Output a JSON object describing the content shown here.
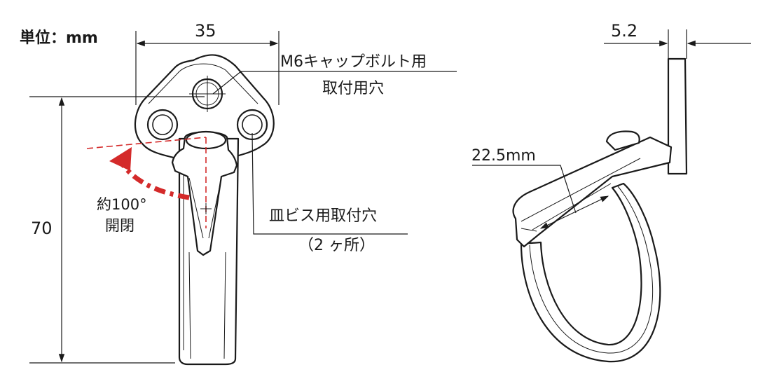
{
  "labels": {
    "unit": "単位：mm",
    "width": "35",
    "thickness": "5.2",
    "height": "70",
    "span": "22.5mm",
    "cap_bolt_line1": "M6キャップボルト用",
    "cap_bolt_line2": "取付用穴",
    "flat_screw_line1": "皿ビス用取付穴",
    "flat_screw_line2": "（2 ヶ所）",
    "angle_line1": "約100°",
    "angle_line2": "開閉"
  },
  "colors": {
    "line": "#1a1a1a",
    "accent": "#d42a2a",
    "fill": "#ffffff",
    "ring": "#c9c9c9"
  },
  "icons": {
    "front": "hook-front-view-drawing",
    "side": "hook-side-view-drawing",
    "arrow": "swing-arrow-icon"
  }
}
